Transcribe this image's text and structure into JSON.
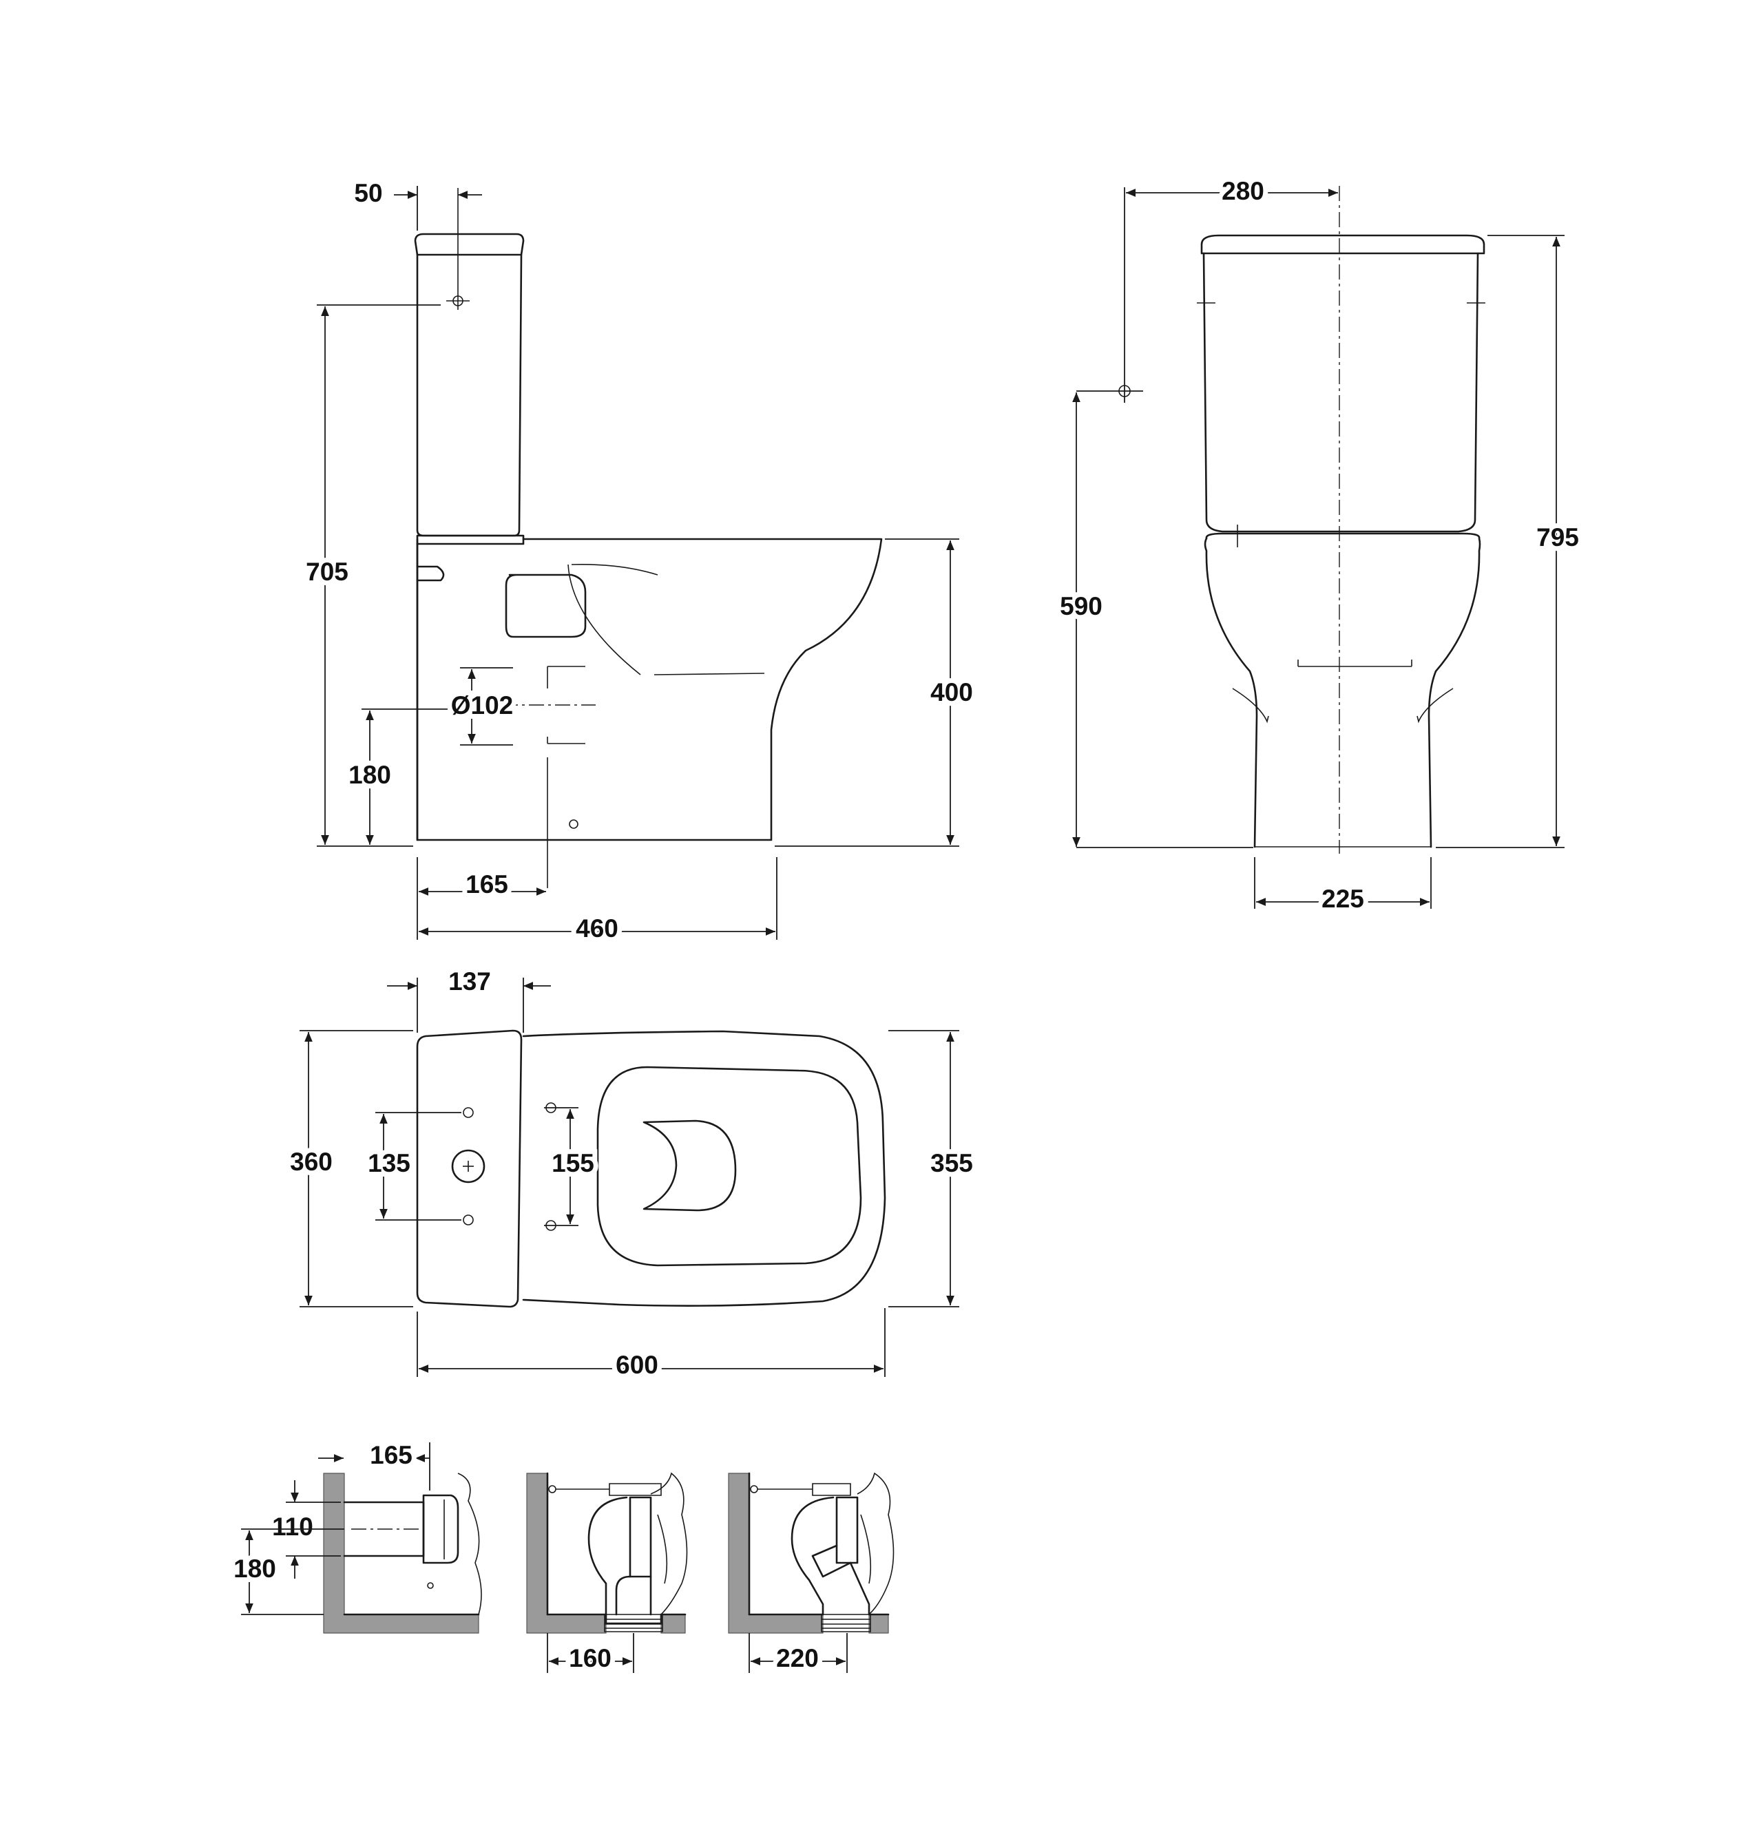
{
  "side_view": {
    "dims": {
      "d50": "50",
      "d705": "705",
      "d180": "180",
      "d102": "Ø102",
      "d400": "400",
      "d165": "165",
      "d460": "460"
    }
  },
  "front_view": {
    "dims": {
      "d280": "280",
      "d590": "590",
      "d795": "795",
      "d225": "225"
    }
  },
  "top_view": {
    "dims": {
      "d137": "137",
      "d360": "360",
      "d135": "135",
      "d155": "155",
      "d355": "355",
      "d600": "600"
    }
  },
  "outlet_details": {
    "horizontal": {
      "d165": "165",
      "d110": "110",
      "d180": "180"
    },
    "vertical_1": {
      "d160": "160"
    },
    "vertical_2": {
      "d220": "220"
    }
  },
  "colors": {
    "line": "#1a1a1a",
    "wall": "#9a9a9a",
    "background": "#ffffff"
  }
}
